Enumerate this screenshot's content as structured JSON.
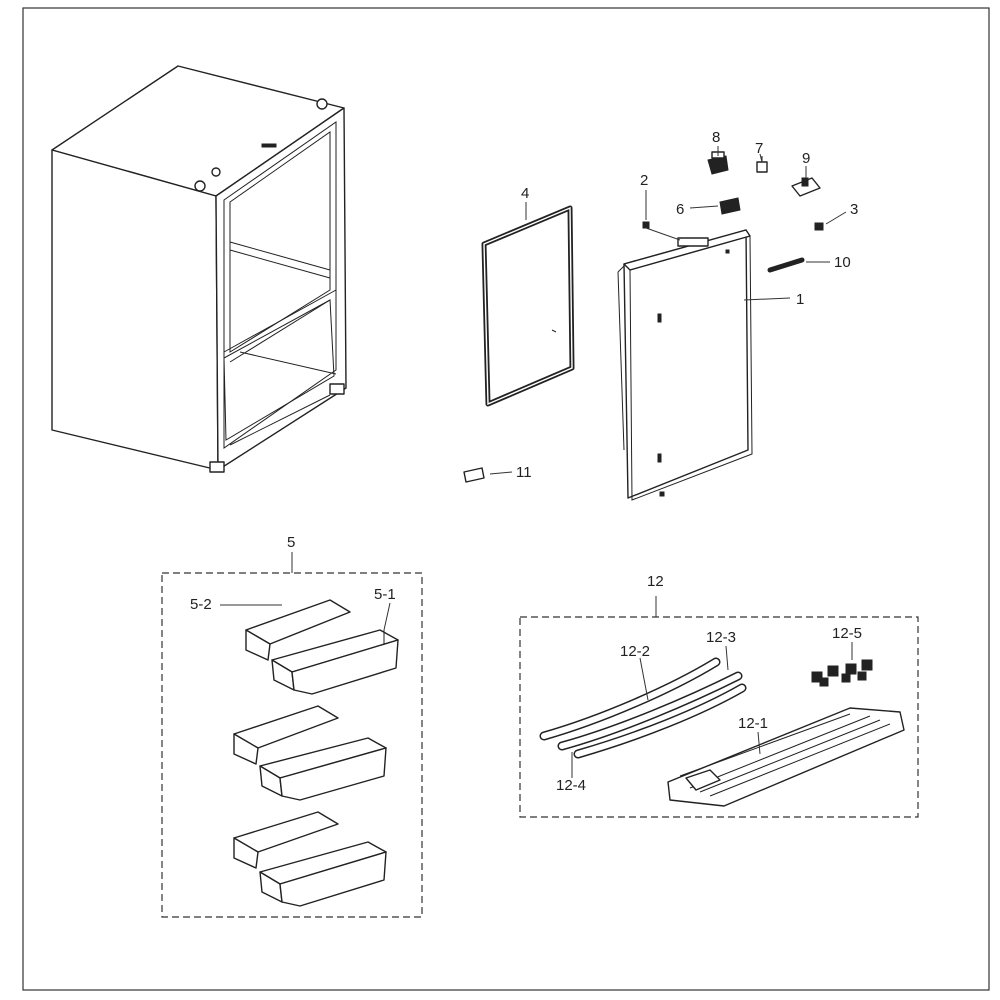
{
  "labels": {
    "l1": "1",
    "l2": "2",
    "l3": "3",
    "l4": "4",
    "l5": "5",
    "l5_1": "5-1",
    "l5_2": "5-2",
    "l6": "6",
    "l7": "7",
    "l8": "8",
    "l9": "9",
    "l10": "10",
    "l11": "11",
    "l12": "12",
    "l12_1": "12-1",
    "l12_2": "12-2",
    "l12_3": "12-3",
    "l12_4": "12-4",
    "l12_5": "12-5"
  },
  "colors": {
    "ink": "#222222",
    "background": "#ffffff"
  }
}
